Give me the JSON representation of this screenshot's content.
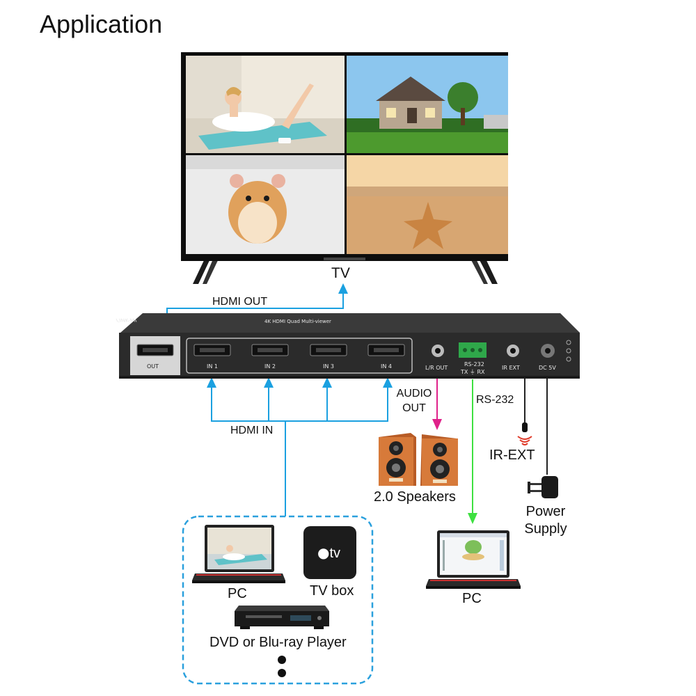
{
  "title": "Application",
  "tv": {
    "label": "TV",
    "quadrants": [
      "woman-on-yoga-mat",
      "house",
      "hamster",
      "starfish-beach"
    ]
  },
  "connections": {
    "hdmi_out": "HDMI OUT",
    "hdmi_in": "HDMI IN",
    "audio_out_line1": "AUDIO",
    "audio_out_line2": "OUT",
    "rs232": "RS-232"
  },
  "device": {
    "top_label_left": "LINK-MI",
    "top_label_center": "4K HDMI Quad Multi-viewer",
    "ports": {
      "out": "OUT",
      "in1": "IN 1",
      "in2": "IN 2",
      "in3": "IN 3",
      "in4": "IN 4",
      "lr_out": "L/R OUT",
      "rs232": "RS-232",
      "rs232_pins": "TX  ⏚  RX",
      "ir_ext": "IR EXT",
      "dc5v": "DC 5V"
    }
  },
  "endpoints": {
    "speakers": "2.0 Speakers",
    "ir_ext": "IR-EXT",
    "power_line1": "Power",
    "power_line2": "Supply",
    "pc_control": "PC"
  },
  "sources": {
    "pc": "PC",
    "tv_box": "TV box",
    "tv_box_logo": "tv",
    "dvd": "DVD or Blu-ray Player"
  },
  "colors": {
    "hdmi_line": "#1aa0e0",
    "audio_line": "#e0218a",
    "rs232_line": "#3ee040",
    "power_line": "#222222",
    "source_box_border": "#2aa0dd"
  }
}
